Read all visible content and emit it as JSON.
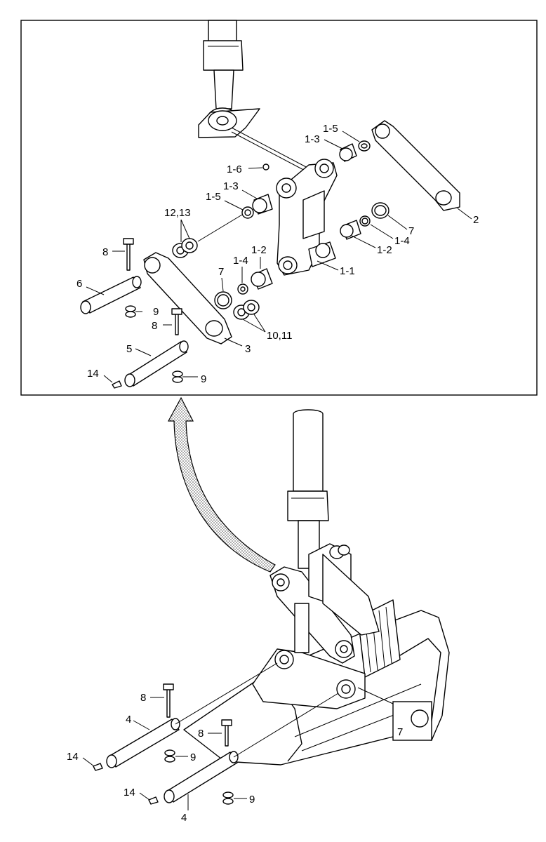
{
  "callouts": {
    "top": {
      "c_1_5a": "1-5",
      "c_1_3a": "1-3",
      "c_1_6": "1-6",
      "c_1_3b": "1-3",
      "c_1_5b": "1-5",
      "c_12_13": "12,13",
      "c_2": "2",
      "c_7a": "7",
      "c_1_4a": "1-4",
      "c_1_2a": "1-2",
      "c_1_2b": "1-2",
      "c_1_4b": "1-4",
      "c_7b": "7",
      "c_1_1": "1-1",
      "c_8a": "8",
      "c_6": "6",
      "c_9a": "9",
      "c_8b": "8",
      "c_10_11": "10,11",
      "c_3": "3",
      "c_5": "5",
      "c_14a": "14",
      "c_9b": "9"
    },
    "bottom": {
      "c_8c": "8",
      "c_4a": "4",
      "c_8d": "8",
      "c_14b": "14",
      "c_9c": "9",
      "c_7c": "7",
      "c_14c": "14",
      "c_4b": "4",
      "c_9d": "9"
    }
  }
}
